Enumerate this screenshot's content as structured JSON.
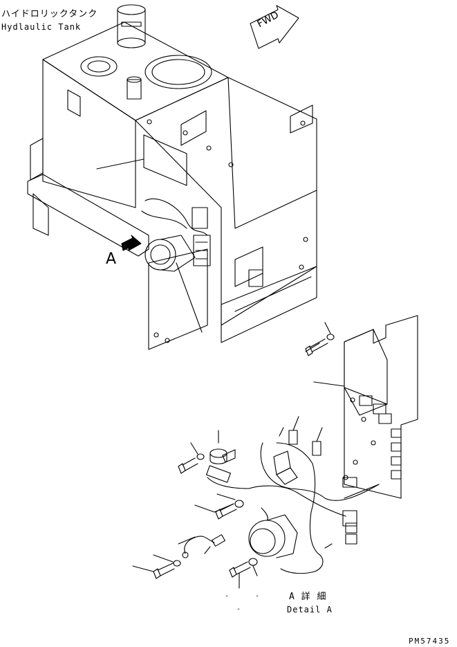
{
  "title_jp": "ハイドロリックタンク",
  "title_en": "Hydlaulic Tank",
  "fwd_label": "FWD",
  "view_marker": "A",
  "detail_jp": "A 詳 細",
  "detail_en": "Detail A",
  "drawing_code": "PM57435",
  "dash_marks": [
    "-",
    "-",
    "-"
  ],
  "icons": [
    "forward-arrow-icon",
    "view-direction-arrow-icon"
  ]
}
